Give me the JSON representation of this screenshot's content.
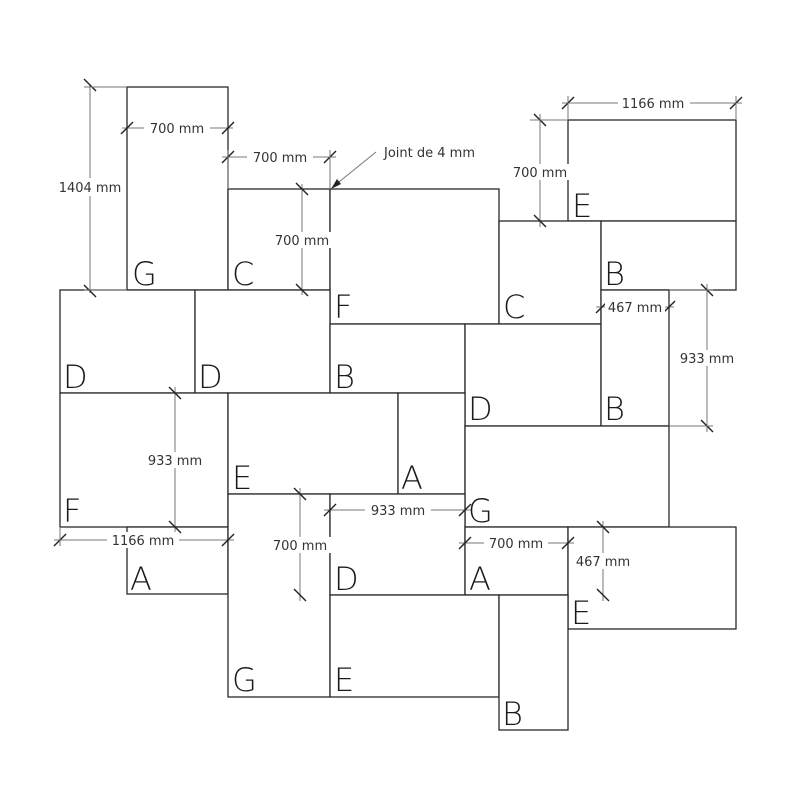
{
  "slab_labels": {
    "g_top": "G",
    "c_top": "C",
    "f_top": "F",
    "c_right": "C",
    "e_top_right": "E",
    "b_right_1": "B",
    "d_left_1": "D",
    "d_left_2": "D",
    "b_mid": "B",
    "d_mid_right": "D",
    "b_right_2": "B",
    "f_left": "F",
    "e_mid": "E",
    "a_mid": "A",
    "g_mid": "G",
    "a_left": "A",
    "g_bottom": "G",
    "d_bottom": "D",
    "a_bottom_right": "A",
    "e_bottom_right": "E",
    "e_bottom": "E",
    "b_bottom": "B"
  },
  "dimensions": {
    "top_1404": "1404 mm",
    "top_700_a": "700 mm",
    "top_700_b": "700 mm",
    "joint_note": "Joint de 4 mm",
    "c_700_vertical": "700 mm",
    "top_right_1166": "1166 mm",
    "top_right_700": "700 mm",
    "right_467": "467 mm",
    "right_933": "933 mm",
    "left_933": "933 mm",
    "bottom_left_1166": "1166 mm",
    "bottom_700_vertical": "700 mm",
    "mid_933": "933 mm",
    "bottom_700_horizontal": "700 mm",
    "bottom_right_467": "467 mm"
  }
}
